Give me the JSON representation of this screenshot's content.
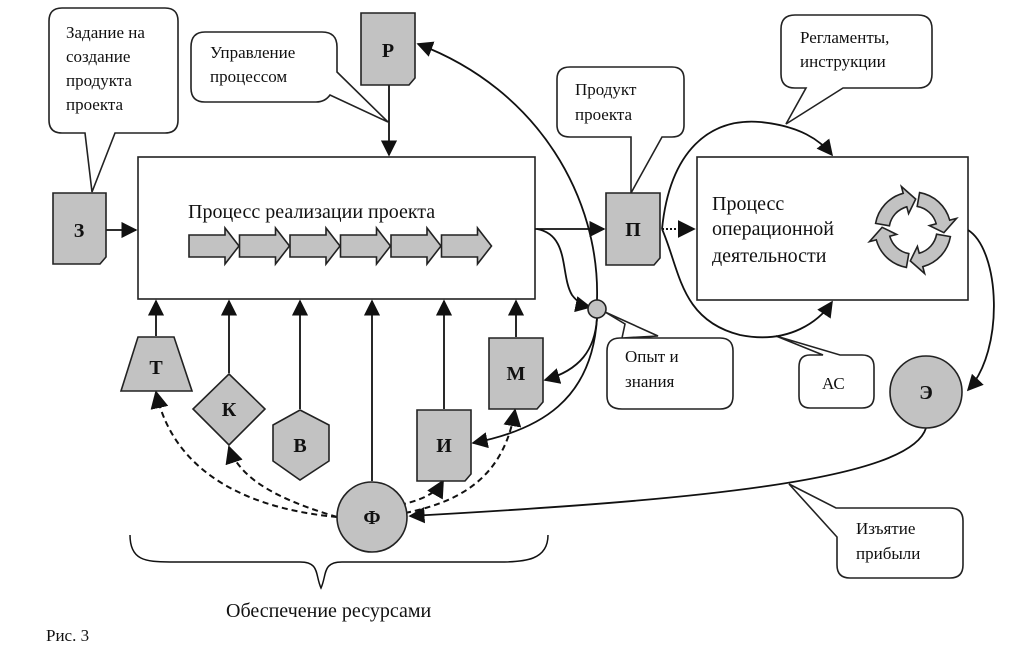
{
  "figure_caption": "Рис. 3",
  "main_process": {
    "title": "Процесс реализации проекта",
    "step_count": 6
  },
  "operational_process": {
    "title_lines": [
      "Процесс",
      "операционной",
      "деятельности"
    ]
  },
  "nodes": {
    "z": "З",
    "r": "Р",
    "p": "П",
    "t": "Т",
    "k": "К",
    "v": "В",
    "f": "Ф",
    "i": "И",
    "m": "М",
    "e": "Э"
  },
  "callouts": {
    "task": [
      "Задание на",
      "создание",
      "продукта",
      "проекта"
    ],
    "management": [
      "Управление",
      "процессом"
    ],
    "product": [
      "Продукт",
      "проекта"
    ],
    "regulations": [
      "Регламенты,",
      "инструкции"
    ],
    "experience": [
      "Опыт и",
      "знания"
    ],
    "as": [
      "АС"
    ],
    "profit": [
      "Изъятие",
      "прибыли"
    ]
  },
  "resources_label": "Обеспечение ресурсами"
}
